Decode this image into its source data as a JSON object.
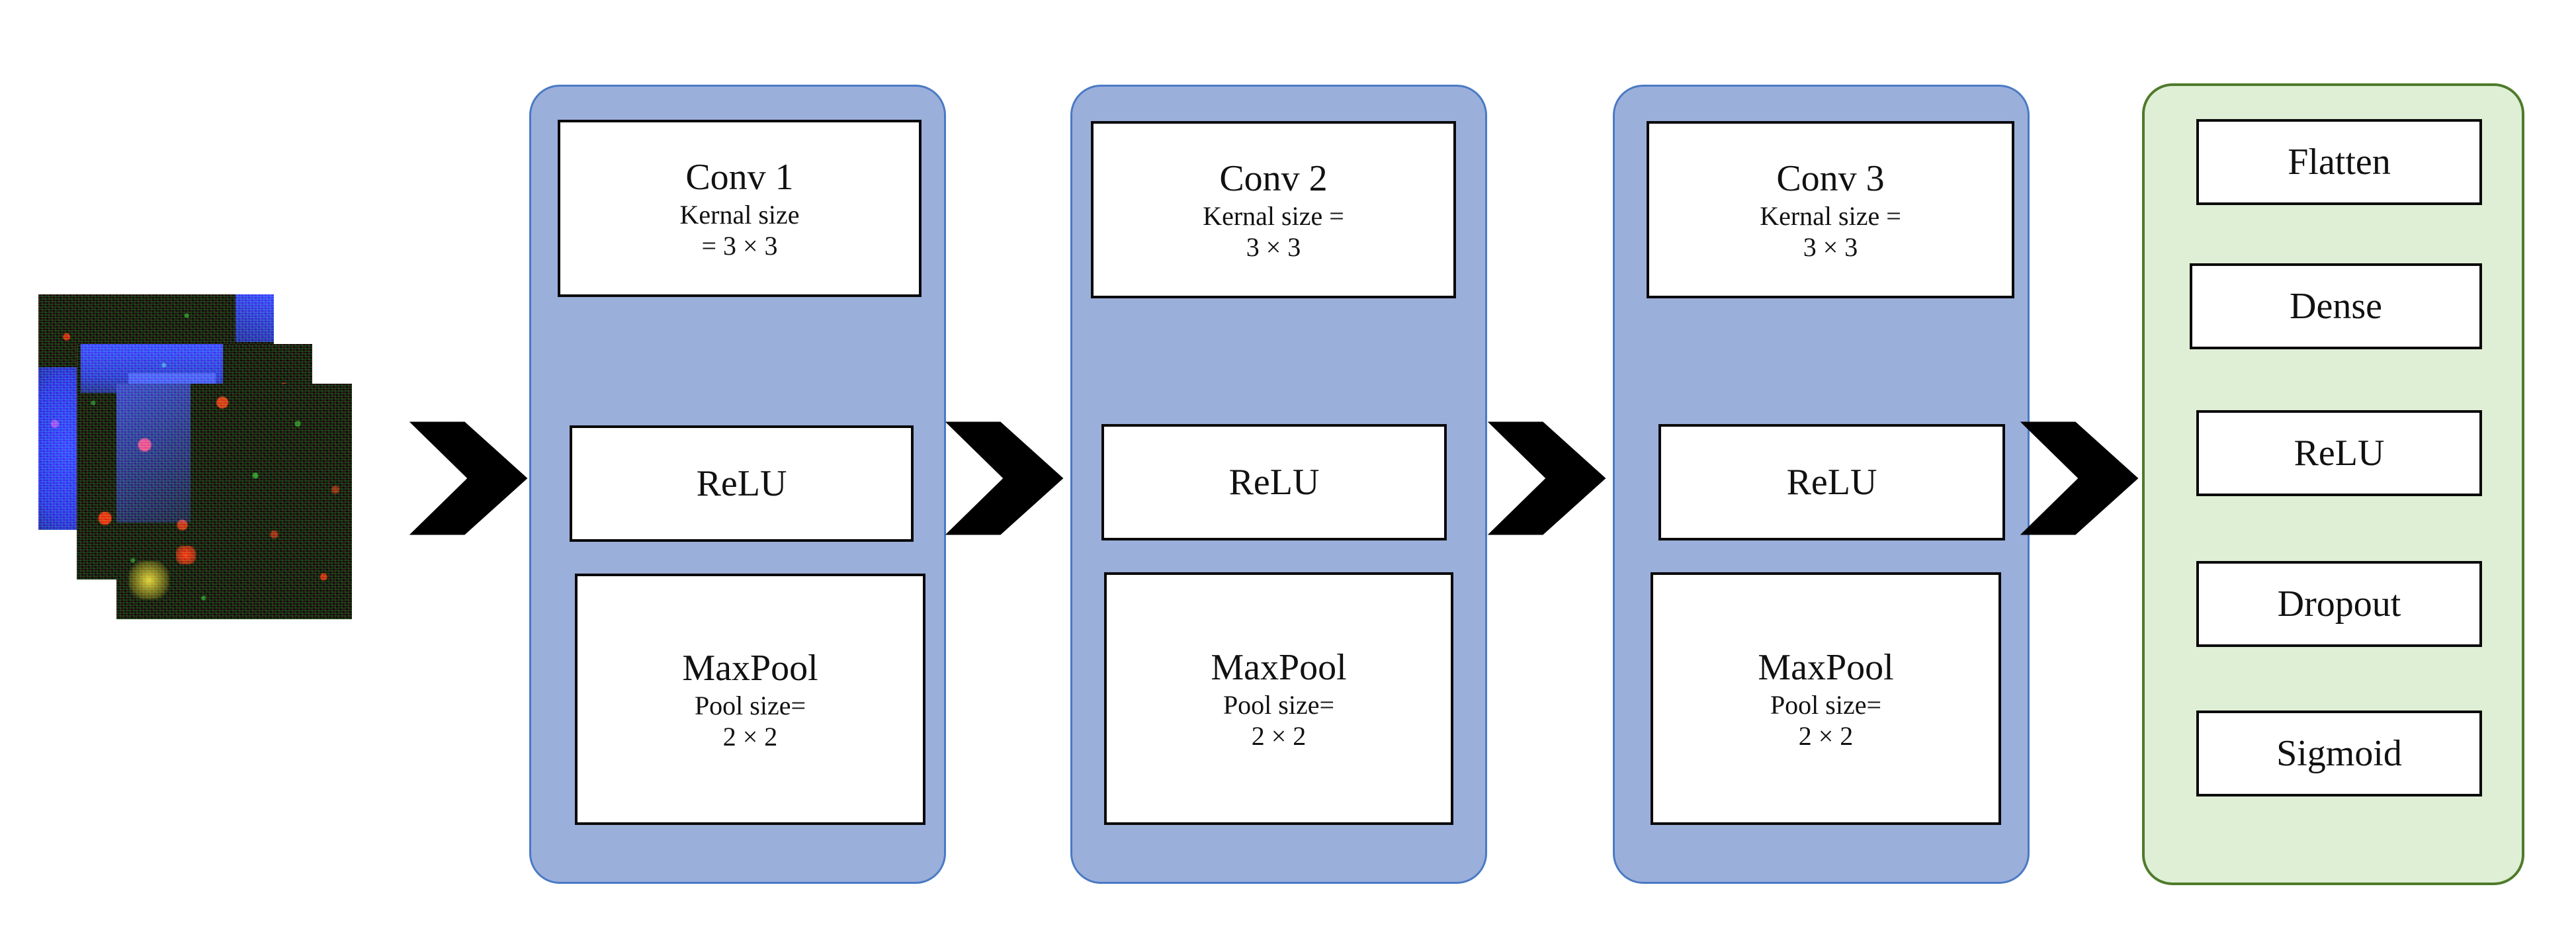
{
  "diagram": {
    "title": "CNN architecture for microscopy image classification",
    "colors": {
      "conv_block_fill": "#9BAFDB",
      "conv_block_border": "#4A7AC4",
      "dense_block_fill": "#DFEFD6",
      "dense_block_border": "#4E7B2A",
      "layer_box_fill": "#FFFFFF",
      "layer_box_border": "#0A0A0A",
      "arrow_fill": "#000000",
      "background": "#FFFFFF"
    }
  },
  "input": {
    "name": "input-image-stack",
    "description": "Stack of three fluorescence microscopy images (red / green / blue channels)",
    "count": 3
  },
  "arrows": [
    {
      "name": "arrow-input-to-conv1",
      "glyph": "chevron-right"
    },
    {
      "name": "arrow-conv1-to-conv2",
      "glyph": "chevron-right"
    },
    {
      "name": "arrow-conv2-to-conv3",
      "glyph": "chevron-right"
    },
    {
      "name": "arrow-conv3-to-dense",
      "glyph": "chevron-right"
    }
  ],
  "blocks": [
    {
      "id": "conv-block-1",
      "type": "conv",
      "layers": [
        {
          "id": "conv1",
          "lines": [
            "Conv 1",
            "Kernal size",
            "= 3 × 3"
          ]
        },
        {
          "id": "relu1",
          "lines": [
            "ReLU"
          ]
        },
        {
          "id": "maxpool1",
          "lines": [
            "MaxPool",
            "Pool size=",
            "2 × 2"
          ]
        }
      ]
    },
    {
      "id": "conv-block-2",
      "type": "conv",
      "layers": [
        {
          "id": "conv2",
          "lines": [
            "Conv 2",
            "Kernal size =",
            "3 × 3"
          ]
        },
        {
          "id": "relu2",
          "lines": [
            "ReLU"
          ]
        },
        {
          "id": "maxpool2",
          "lines": [
            "MaxPool",
            "Pool size=",
            "2 × 2"
          ]
        }
      ]
    },
    {
      "id": "conv-block-3",
      "type": "conv",
      "layers": [
        {
          "id": "conv3",
          "lines": [
            "Conv 3",
            "Kernal size =",
            "3 × 3"
          ]
        },
        {
          "id": "relu3",
          "lines": [
            "ReLU"
          ]
        },
        {
          "id": "maxpool3",
          "lines": [
            "MaxPool",
            "Pool size=",
            "2 × 2"
          ]
        }
      ]
    },
    {
      "id": "dense-block",
      "type": "dense",
      "layers": [
        {
          "id": "flatten",
          "lines": [
            "Flatten"
          ]
        },
        {
          "id": "dense",
          "lines": [
            "Dense"
          ]
        },
        {
          "id": "relu4",
          "lines": [
            "ReLU"
          ]
        },
        {
          "id": "dropout",
          "lines": [
            "Dropout"
          ]
        },
        {
          "id": "sigmoid",
          "lines": [
            "Sigmoid"
          ]
        }
      ]
    }
  ],
  "text": {
    "conv1_l1": "Conv 1",
    "conv1_l2": "Kernal size",
    "conv1_l3": "= 3 × 3",
    "relu1": "ReLU",
    "maxpool1_l1": "MaxPool",
    "maxpool1_l2": "Pool size=",
    "maxpool1_l3": "2 × 2",
    "conv2_l1": "Conv 2",
    "conv2_l2": "Kernal size =",
    "conv2_l3": "3 × 3",
    "relu2": "ReLU",
    "maxpool2_l1": "MaxPool",
    "maxpool2_l2": "Pool size=",
    "maxpool2_l3": "2 × 2",
    "conv3_l1": "Conv 3",
    "conv3_l2": "Kernal size =",
    "conv3_l3": "3 × 3",
    "relu3": "ReLU",
    "maxpool3_l1": "MaxPool",
    "maxpool3_l2": "Pool size=",
    "maxpool3_l3": "2 × 2",
    "flatten": "Flatten",
    "dense": "Dense",
    "relu4": "ReLU",
    "dropout": "Dropout",
    "sigmoid": "Sigmoid"
  }
}
